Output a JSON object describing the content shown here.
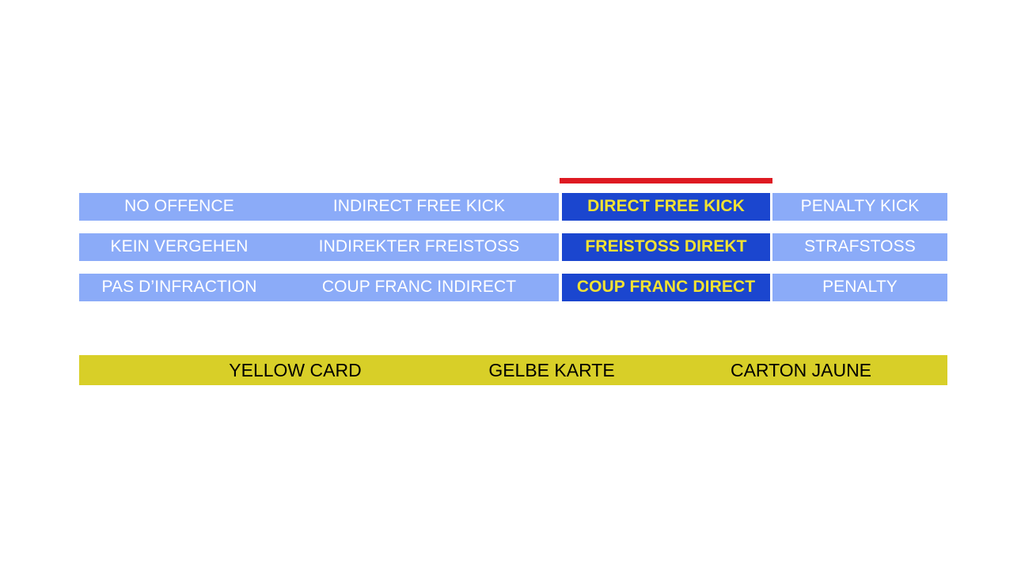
{
  "slide": {
    "background_color": "#ffffff",
    "accent_bar_color": "#de1a22",
    "cell_color": "#8babf8",
    "highlight_color": "#1b46cf",
    "highlight_text_color": "#f2e232",
    "cell_text_color": "#ffffff",
    "card_band_color": "#d8cf28",
    "card_text_color": "#000000"
  },
  "spectrum": {
    "rows": [
      {
        "language": "english",
        "cells": [
          {
            "label": "NO OFFENCE",
            "highlighted": false
          },
          {
            "label": "INDIRECT FREE KICK",
            "highlighted": false
          },
          {
            "label": "DIRECT FREE KICK",
            "highlighted": true
          },
          {
            "label": "PENALTY KICK",
            "highlighted": false
          }
        ]
      },
      {
        "language": "german",
        "cells": [
          {
            "label": "KEIN VERGEHEN",
            "highlighted": false
          },
          {
            "label": "INDIREKTER FREISTOSS",
            "highlighted": false
          },
          {
            "label": "FREISTOSS DIREKT",
            "highlighted": true
          },
          {
            "label": "STRAFSTOSS",
            "highlighted": false
          }
        ]
      },
      {
        "language": "french",
        "cells": [
          {
            "label": "PAS D’INFRACTION",
            "highlighted": false
          },
          {
            "label": "COUP FRANC INDIRECT",
            "highlighted": false
          },
          {
            "label": "COUP FRANC DIRECT",
            "highlighted": true
          },
          {
            "label": "PENALTY",
            "highlighted": false
          }
        ]
      }
    ]
  },
  "card_band": {
    "labels": [
      {
        "language": "english",
        "label": "YELLOW CARD"
      },
      {
        "language": "german",
        "label": "GELBE KARTE"
      },
      {
        "language": "french",
        "label": "CARTON JAUNE"
      }
    ]
  }
}
